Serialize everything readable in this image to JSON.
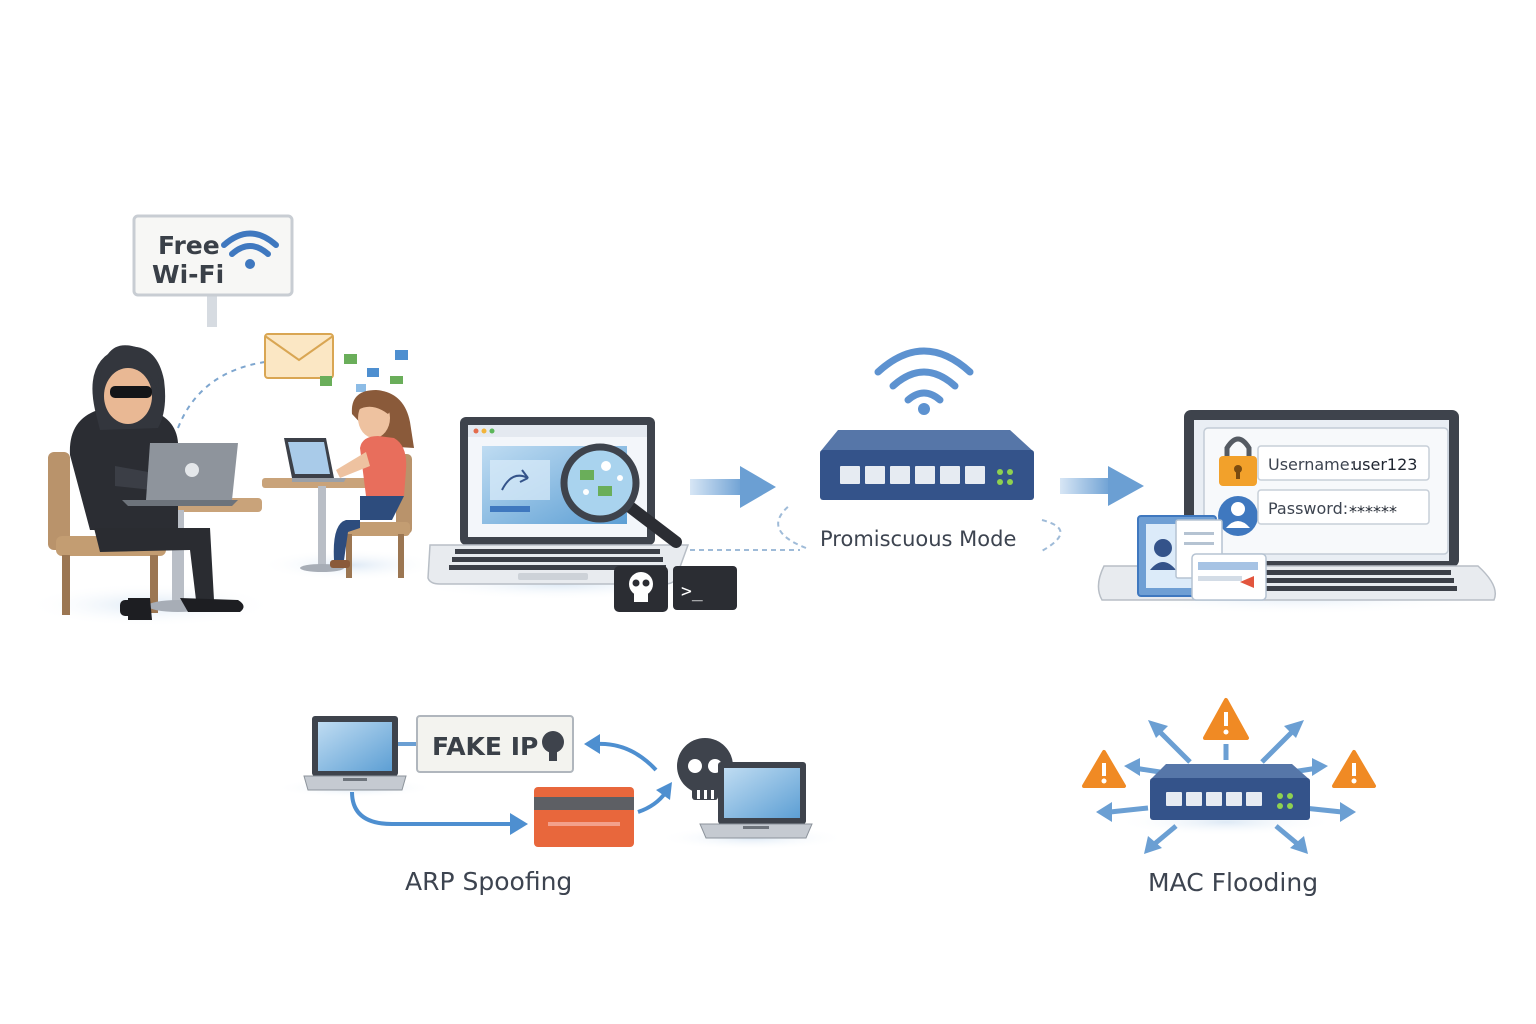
{
  "wifi_sign": {
    "line1": "Free",
    "line2": "Wi-Fi"
  },
  "router": {
    "mode_label": "Promiscuous Mode"
  },
  "credentials": {
    "username_label": "Username:",
    "username_value": "user123",
    "password_label": "Password:",
    "password_value": "******"
  },
  "terminal": {
    "prompt": ">_"
  },
  "arp": {
    "fake_ip_label": "FAKE IP",
    "caption": "ARP Spoofing"
  },
  "mac": {
    "caption": "MAC Flooding"
  },
  "colors": {
    "accent_blue": "#3f6fb3",
    "router_blue": "#34538a",
    "warning_orange": "#f08a24",
    "card_orange": "#e8673c",
    "hacker_dark": "#2b2d33"
  }
}
